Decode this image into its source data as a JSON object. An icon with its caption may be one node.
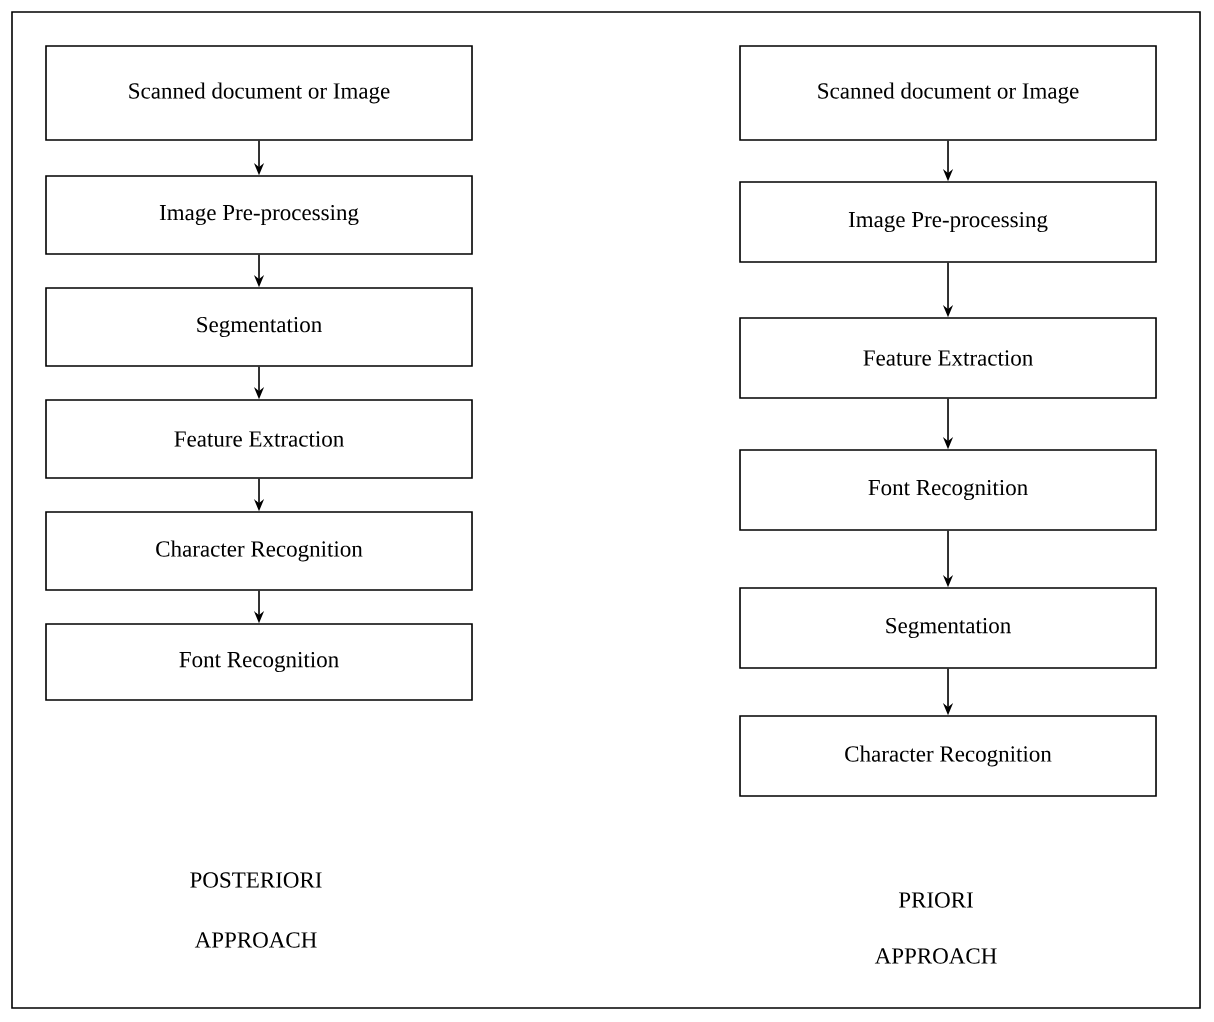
{
  "diagram": {
    "nodes": [
      {
        "text": [
          "Scanned document or Image"
        ]
      },
      {
        "text": [
          "Image Pre-processing"
        ]
      },
      {
        "text": [
          "Segmentation"
        ]
      },
      {
        "text": [
          "Feature Extraction"
        ]
      },
      {
        "text": [
          "Character Recognition"
        ]
      },
      {
        "text": [
          "Font Recognition"
        ]
      },
      {
        "text": [
          "Scanned document or Image"
        ]
      },
      {
        "text": [
          "Image Pre-processing"
        ]
      },
      {
        "text": [
          "Feature Extraction"
        ]
      },
      {
        "text": [
          "Font Recognition"
        ]
      },
      {
        "text": [
          "Segmentation"
        ]
      },
      {
        "text": [
          "Character Recognition"
        ]
      }
    ],
    "edges": [
      {
        "from": 0,
        "to": 1,
        "arrow": "to"
      },
      {
        "from": 1,
        "to": 2,
        "arrow": "to"
      },
      {
        "from": 2,
        "to": 3,
        "arrow": "to"
      },
      {
        "from": 3,
        "to": 4,
        "arrow": "to"
      },
      {
        "from": 4,
        "to": 5,
        "arrow": "to"
      },
      {
        "from": 6,
        "to": 7,
        "arrow": "to"
      },
      {
        "from": 7,
        "to": 8,
        "arrow": "to"
      },
      {
        "from": 8,
        "to": 9,
        "arrow": "to"
      },
      {
        "from": 9,
        "to": 10,
        "arrow": "to"
      },
      {
        "from": 10,
        "to": 11,
        "arrow": "to"
      }
    ],
    "labels": [
      "POSTERIORI",
      "APPROACH",
      "PRIORI",
      "APPROACH"
    ]
  }
}
